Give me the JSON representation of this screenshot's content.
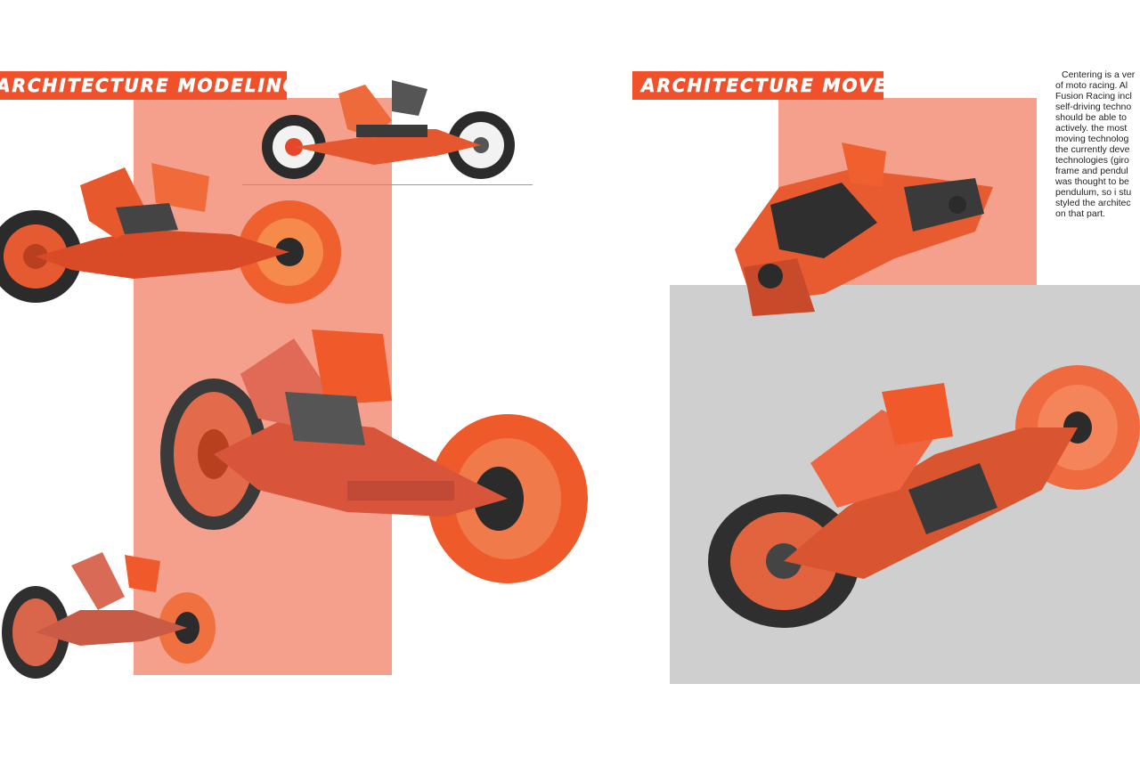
{
  "left_page": {
    "banner_title": "ARCHITECTURE MODELING"
  },
  "right_page": {
    "banner_title": "ARCHITECTURE MOVE",
    "description_lines": [
      "Centering is a ver",
      "of moto racing. Al",
      "Fusion Racing incl",
      "self-driving techno",
      "should be able to",
      "actively. the most",
      "moving technolog",
      "the currently deve",
      "technologies (giro",
      "frame and pendul",
      "was thought to be",
      "pendulum, so i stu",
      "styled the architec",
      "on that part."
    ]
  },
  "colors": {
    "accent_orange": "#f0502a",
    "salmon_panel": "#f5a08c",
    "gray_panel": "#cfcfcf",
    "tire_dark": "#2b2b2b"
  },
  "images": [
    {
      "name": "bike-render-side-top",
      "desc_icon": "motorcycle-render"
    },
    {
      "name": "bike-render-side-left",
      "desc_icon": "motorcycle-render"
    },
    {
      "name": "bike-render-three-quarter-large",
      "desc_icon": "motorcycle-render"
    },
    {
      "name": "bike-render-small-bottom",
      "desc_icon": "motorcycle-render"
    },
    {
      "name": "bike-render-top-view",
      "desc_icon": "motorcycle-render"
    },
    {
      "name": "bike-render-front-three-quarter",
      "desc_icon": "motorcycle-render"
    }
  ]
}
